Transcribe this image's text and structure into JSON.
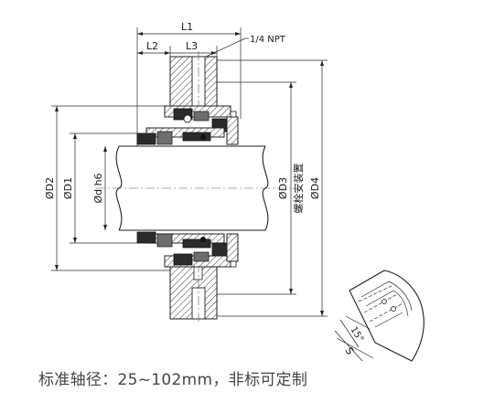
{
  "dimensions": {
    "l1": "L1",
    "l2": "L2",
    "l3": "L3",
    "npt": "1/4 NPT",
    "d2": "ØD2",
    "d1": "ØD1",
    "dh6": "Ød h6",
    "d3": "ØD3",
    "d4": "ØD4",
    "bolt_install": "螺栓安装置"
  },
  "detail": {
    "angle": "15°",
    "s": "S"
  },
  "caption": "标准轴径：25~102mm，非标可定制"
}
